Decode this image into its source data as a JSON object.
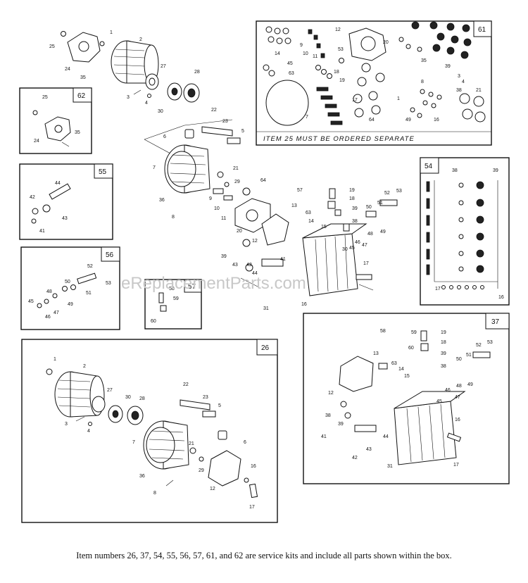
{
  "kits": [
    {
      "id": "61",
      "label": "61"
    },
    {
      "id": "62",
      "label": "62"
    },
    {
      "id": "55",
      "label": "55"
    },
    {
      "id": "56",
      "label": "56"
    },
    {
      "id": "57",
      "label": "57"
    },
    {
      "id": "54",
      "label": "54"
    },
    {
      "id": "37",
      "label": "37"
    },
    {
      "id": "26",
      "label": "26"
    }
  ],
  "note_61": "ITEM 25 MUST BE ORDERED SEPARATE",
  "watermark": "eReplacementParts.com",
  "caption": "Item numbers 26, 37, 54, 55, 56, 57, 61, and 62 are service kits and include all parts shown within the box.",
  "labels": {
    "main_top": [
      "25",
      "1",
      "2",
      "24",
      "35",
      "27",
      "28",
      "3",
      "4",
      "30",
      "6",
      "22",
      "23",
      "5",
      "7",
      "21",
      "29",
      "36",
      "9",
      "10",
      "11",
      "64",
      "8",
      "20",
      "12",
      "13",
      "63",
      "14",
      "15",
      "57",
      "19",
      "18",
      "39",
      "38",
      "51",
      "52",
      "53",
      "50",
      "49",
      "48",
      "47",
      "46",
      "45",
      "30b",
      "39b",
      "43",
      "42",
      "44",
      "41",
      "31",
      "16",
      "17"
    ],
    "k61": [
      "12",
      "14",
      "10",
      "11",
      "9",
      "53",
      "45",
      "63",
      "18",
      "19",
      "20",
      "35",
      "8",
      "39",
      "3",
      "4",
      "7",
      "17",
      "64",
      "1",
      "38",
      "21",
      "16",
      "49"
    ],
    "k62": [
      "25",
      "24",
      "35"
    ],
    "k55": [
      "42",
      "44",
      "43",
      "41"
    ],
    "k56": [
      "52",
      "53",
      "50",
      "51",
      "48",
      "49",
      "45",
      "46",
      "47"
    ],
    "k57": [
      "58",
      "59",
      "60"
    ],
    "k54": [
      "38",
      "39",
      "17",
      "16"
    ],
    "k37": [
      "58",
      "59",
      "19",
      "18",
      "60",
      "39",
      "38",
      "13",
      "63",
      "14",
      "15",
      "51",
      "52",
      "53",
      "50",
      "49",
      "48",
      "47",
      "46",
      "45",
      "12",
      "38b",
      "39b",
      "43",
      "42",
      "44",
      "41",
      "31",
      "16",
      "17"
    ],
    "k26": [
      "1",
      "2",
      "27",
      "30",
      "28",
      "3",
      "4",
      "22",
      "23",
      "5",
      "7",
      "6",
      "21",
      "29",
      "36",
      "16",
      "8",
      "12",
      "17"
    ]
  }
}
